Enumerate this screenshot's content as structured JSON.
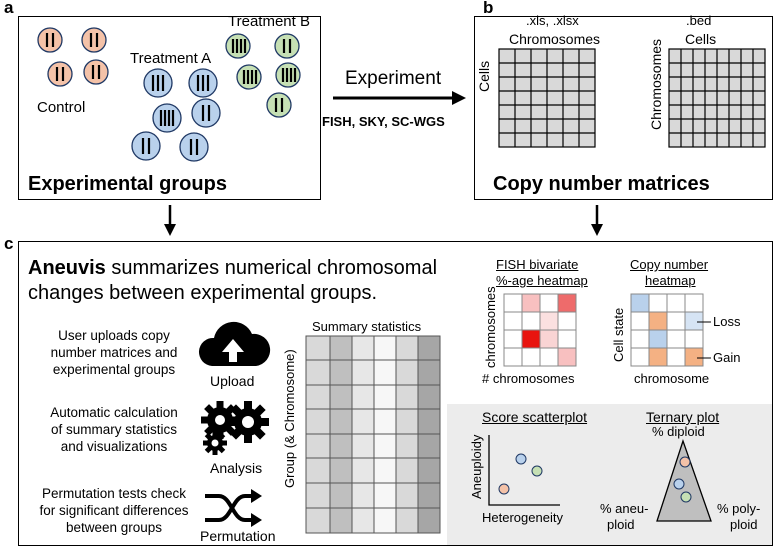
{
  "panel_letters": {
    "a": "a",
    "b": "b",
    "c": "c"
  },
  "panel_a": {
    "control": "Control",
    "treatment_a": "Treatment A",
    "treatment_b": "Treatment B",
    "title": "Experimental groups"
  },
  "arrow": {
    "label": "Experiment",
    "methods": "FISH, SKY, SC-WGS"
  },
  "panel_b": {
    "m1_format": ".xls, .xlsx",
    "m1_col": "Chromosomes",
    "m1_row": "Cells",
    "m2_format": ".bed",
    "m2_col": "Cells",
    "m2_row": "Chromosomes",
    "title": "Copy number matrices"
  },
  "panel_c": {
    "headline_bold": "Aneuvis",
    "headline_rest": " summarizes numerical chromosomal",
    "headline_line2": "changes between experimental groups.",
    "steps": [
      {
        "lines": [
          "User uploads copy",
          "number matrices and",
          "experimental groups"
        ],
        "icon_label": "Upload",
        "icon": "cloud-upload-icon"
      },
      {
        "lines": [
          "Automatic calculation",
          "of summary statistics",
          "and visualizations"
        ],
        "icon_label": "Analysis",
        "icon": "gears-icon"
      },
      {
        "lines": [
          "Permutation tests check",
          "for significant differences",
          "between groups"
        ],
        "icon_label": "Permutation",
        "icon": "shuffle-icon"
      }
    ],
    "summary_title": "Summary statistics",
    "summary_ylabel": "Group (& Chromosome)",
    "fish_title_1": "FISH bivariate",
    "fish_title_2": "%-age heatmap",
    "fish_ylabel": "chromosomes",
    "fish_xlabel": "# chromosomes",
    "cn_title_1": "Copy number",
    "cn_title_2": "heatmap",
    "cn_ylabel": "Cell state",
    "cn_xlabel": "chromosome",
    "cn_loss": "Loss",
    "cn_gain": "Gain",
    "score_title": "Score scatterplot",
    "score_ylabel": "Aneuploidy",
    "score_xlabel": "Heterogeneity",
    "ternary_title": "Ternary plot",
    "ternary_top": "% diploid",
    "ternary_left_1": "% aneu-",
    "ternary_left_2": "ploid",
    "ternary_right_1": "% poly-",
    "ternary_right_2": "ploid"
  },
  "colors": {
    "control": "#f4c2a8",
    "treatment_a": "#b9d1ec",
    "treatment_b": "#c6e0b4",
    "matrix_cell": "#d9d9d9",
    "loss": "#b9d1ec",
    "gain": "#f4b183",
    "heat_strong": "#e8140f"
  }
}
